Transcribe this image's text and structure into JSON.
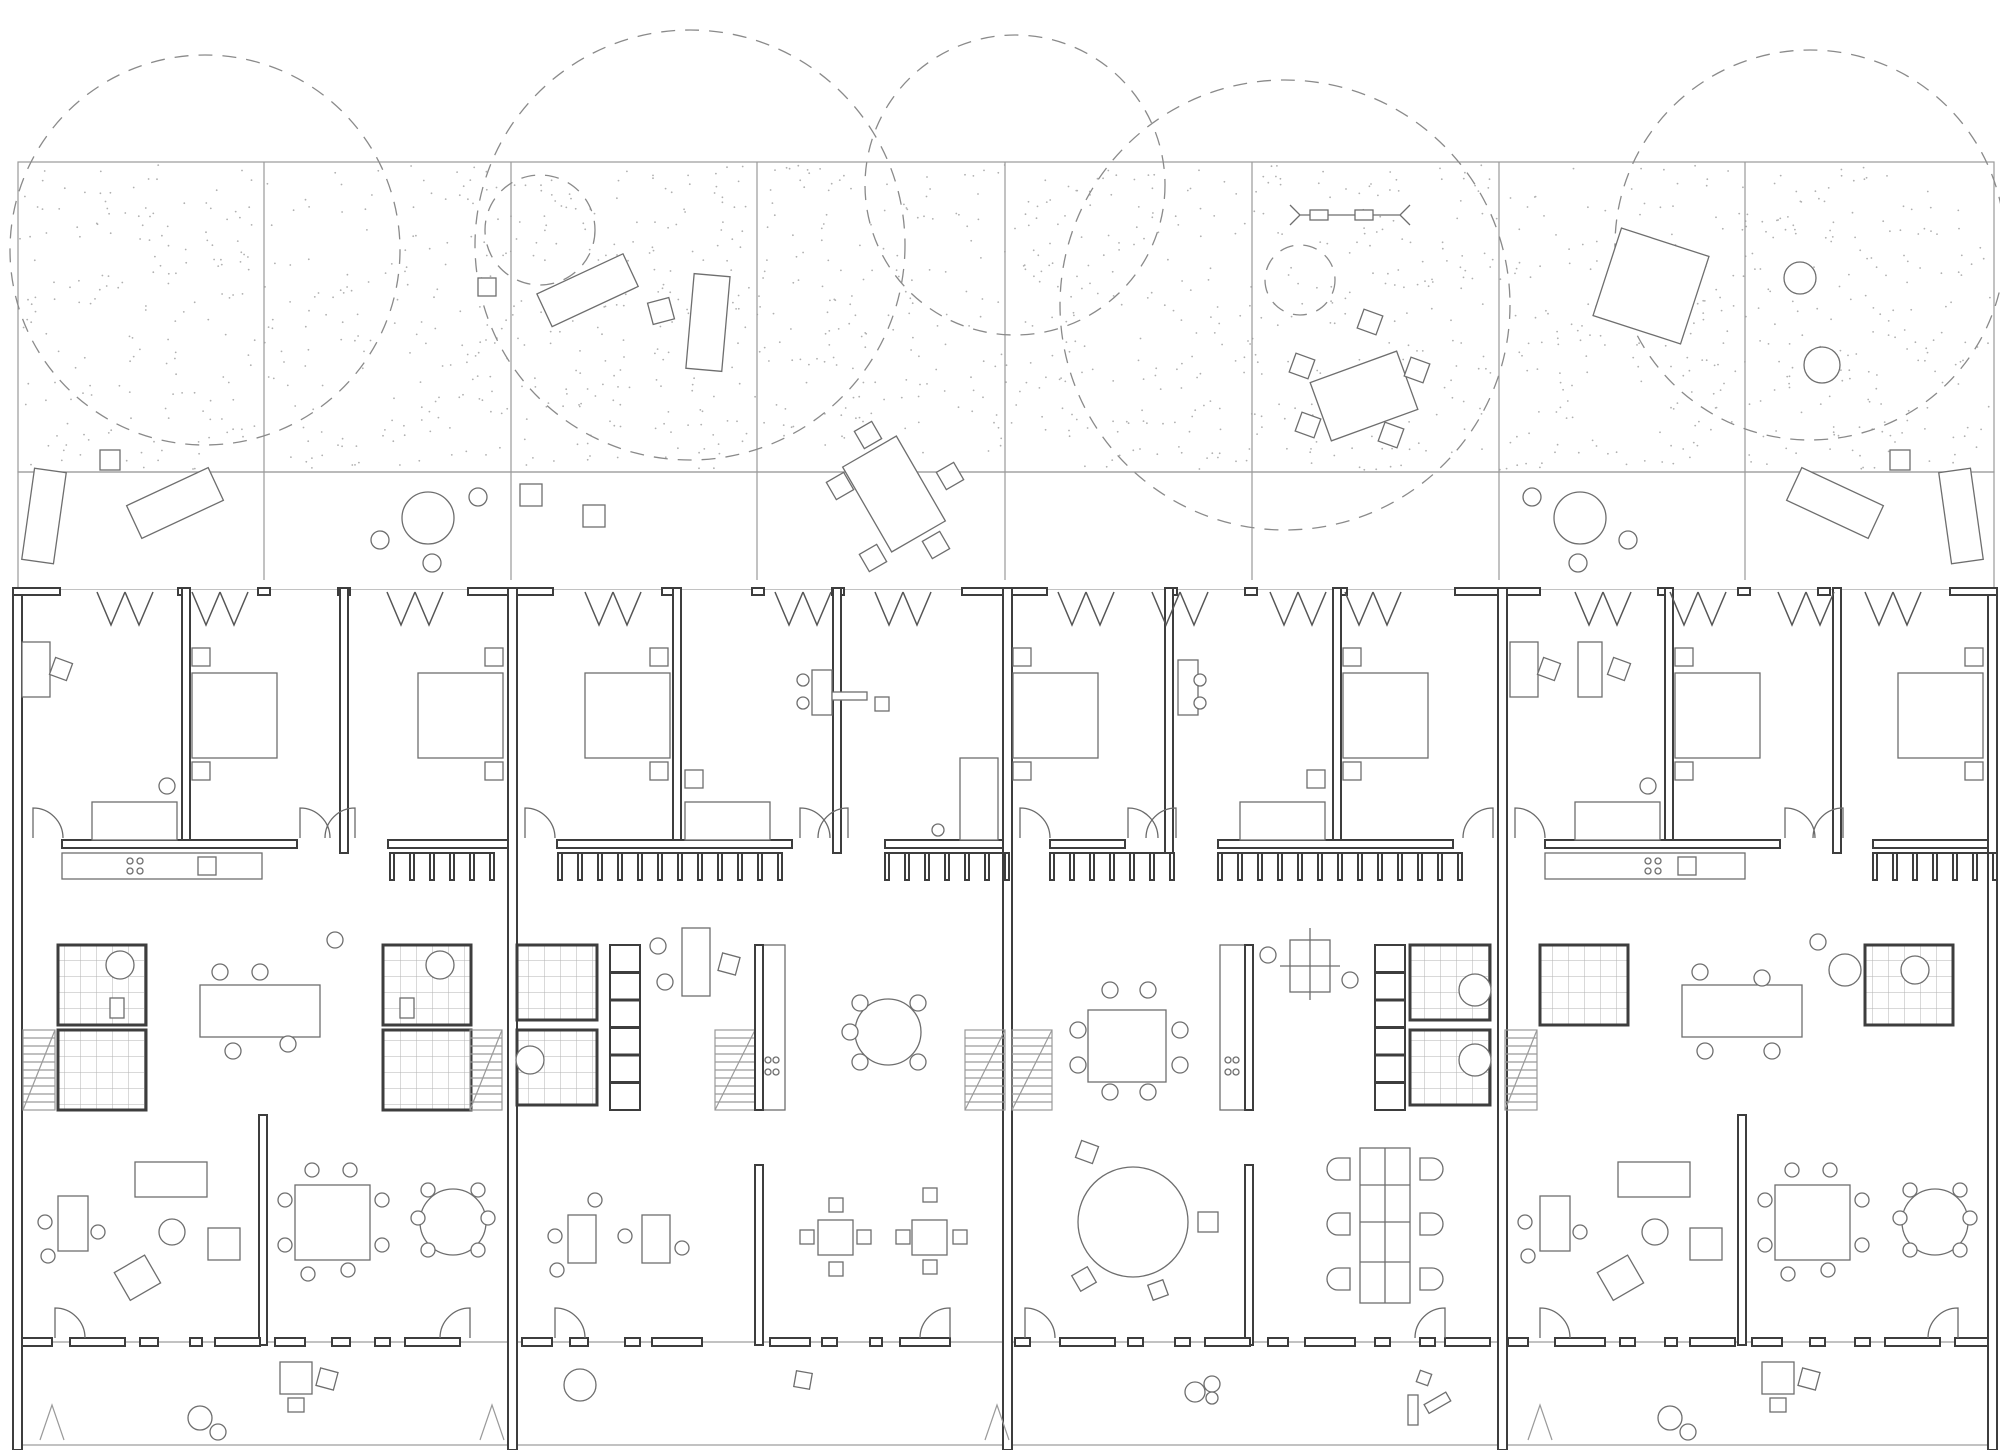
{
  "drawing": {
    "kind": "architectural floor plan",
    "text_labels": [],
    "colors": {
      "background": "#ffffff",
      "wall": "#3d3d3d",
      "line": "#9a9a9a",
      "furniture": "#6e6e6e",
      "stipple": "#b0b0b0"
    }
  },
  "units": [
    {
      "id": 1
    },
    {
      "id": 2
    },
    {
      "id": 3
    },
    {
      "id": 4
    }
  ]
}
